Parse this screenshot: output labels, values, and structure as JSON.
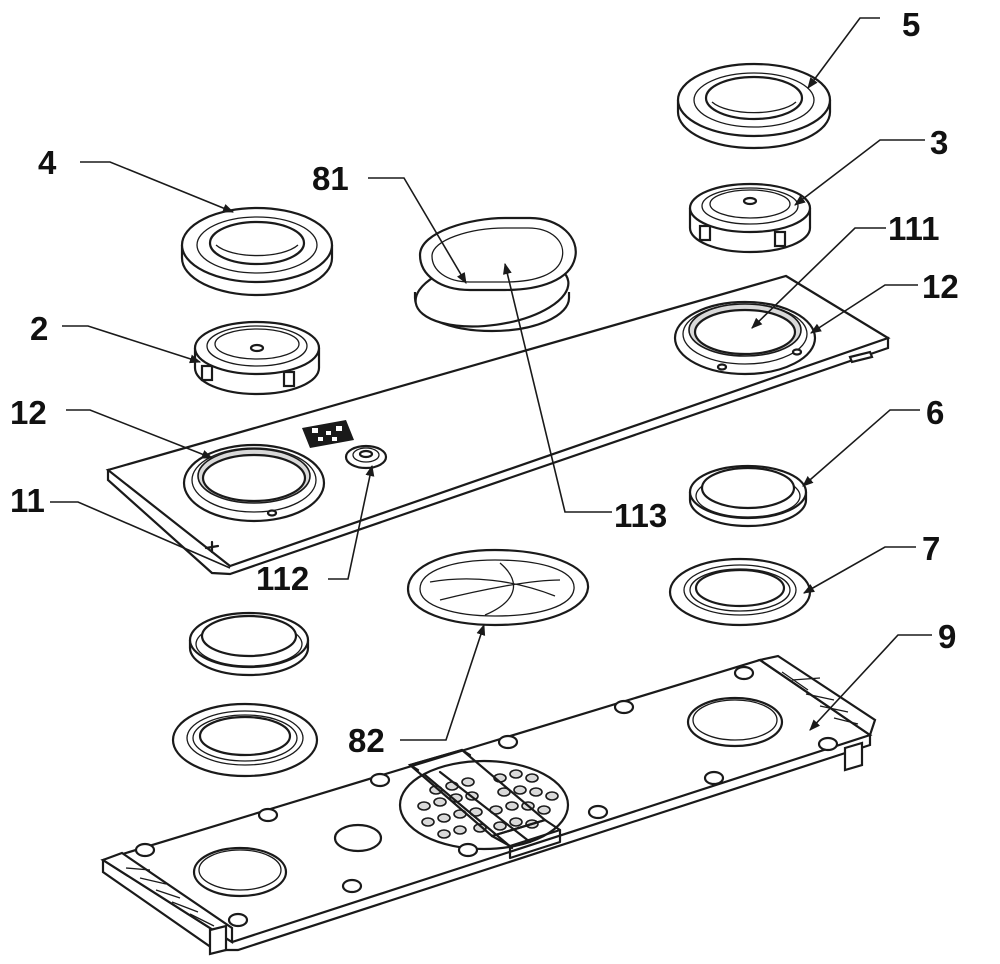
{
  "labels": {
    "l5": "5",
    "l3": "3",
    "l4": "4",
    "l81": "81",
    "l111": "111",
    "l12a": "12",
    "l2": "2",
    "l12b": "12",
    "l6": "6",
    "l11": "11",
    "l113": "113",
    "l7": "7",
    "l112": "112",
    "l9": "9",
    "l82": "82"
  }
}
